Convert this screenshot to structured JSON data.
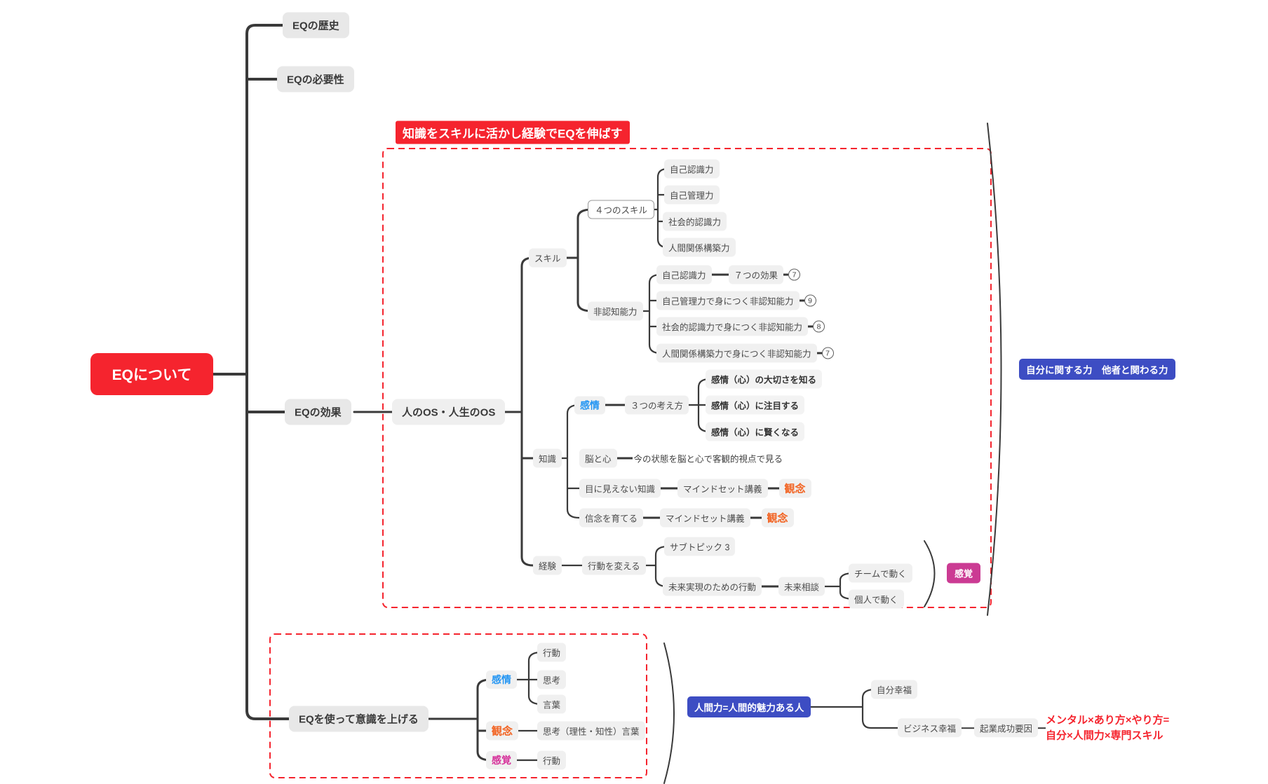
{
  "nodes": {
    "history": "EQの歴史",
    "necessity": "EQの必要性",
    "effect": "EQの効果",
    "root": "EQについて",
    "banner": "知識をスキルに活かし経験でEQを伸ばす",
    "os": "人のOS・人生のOS",
    "skill": "スキル",
    "four_skills": "４つのスキル",
    "self_awareness": "自己認識力",
    "self_management": "自己管理力",
    "social_awareness": "社会的認識力",
    "relationship": "人間関係構築力",
    "noncognitive": "非認知能力",
    "nc1_label": "自己認識力",
    "nc1_detail": "７つの効果",
    "nc1_count": "7",
    "nc2_label": "自己管理力で身につく非認知能力",
    "nc2_count": "9",
    "nc3_label": "社会的認識力で身につく非認知能力",
    "nc3_count": "8",
    "nc4_label": "人間関係構築力で身につく非認知能力",
    "nc4_count": "7",
    "knowledge": "知識",
    "emotion": "感情",
    "three_ways": "３つの考え方",
    "ew1": "感情（心）の大切さを知る",
    "ew2": "感情（心）に注目する",
    "ew3": "感情（心）に賢くなる",
    "brain_heart": "脳と心",
    "brain_heart_detail": "今の状態を脳と心で客観的視点で見る",
    "invisible": "目に見えない知識",
    "mindset1": "マインドセット講義",
    "concept1": "観念",
    "belief": "信念を育てる",
    "mindset2": "マインドセット講義",
    "concept2": "観念",
    "experience": "経験",
    "change_action": "行動を変える",
    "subtopic": "サブトピック 3",
    "future_action": "未来実現のための行動",
    "future_consult": "未来相談",
    "team": "チームで動く",
    "individual": "個人で動く",
    "sense_summary": "感覚",
    "right_summary": "自分に関する力　他者と関わる力",
    "raise": "EQを使って意識を上げる",
    "emotion_b": "感情",
    "act1": "行動",
    "think1": "思考",
    "words1": "言葉",
    "concept_b": "観念",
    "think_rational": "思考（理性・知性）言葉",
    "sense_b": "感覚",
    "act2": "行動",
    "human_power": "人間力=人間的魅力ある人",
    "self_happiness": "自分幸福",
    "biz_happiness": "ビジネス幸福",
    "startup_success": "起業成功要因",
    "formula1": "メンタル×あり方×やり方=",
    "formula2": "自分×人間力×専門スキル"
  },
  "colors": {
    "accent_red": "#f5242e",
    "accent_indigo": "#3d4dc3",
    "emotion_blue": "#2596f3",
    "concept_orange": "#f26322",
    "sense_pink": "#cb3b93",
    "line": "#3a3a3a"
  }
}
